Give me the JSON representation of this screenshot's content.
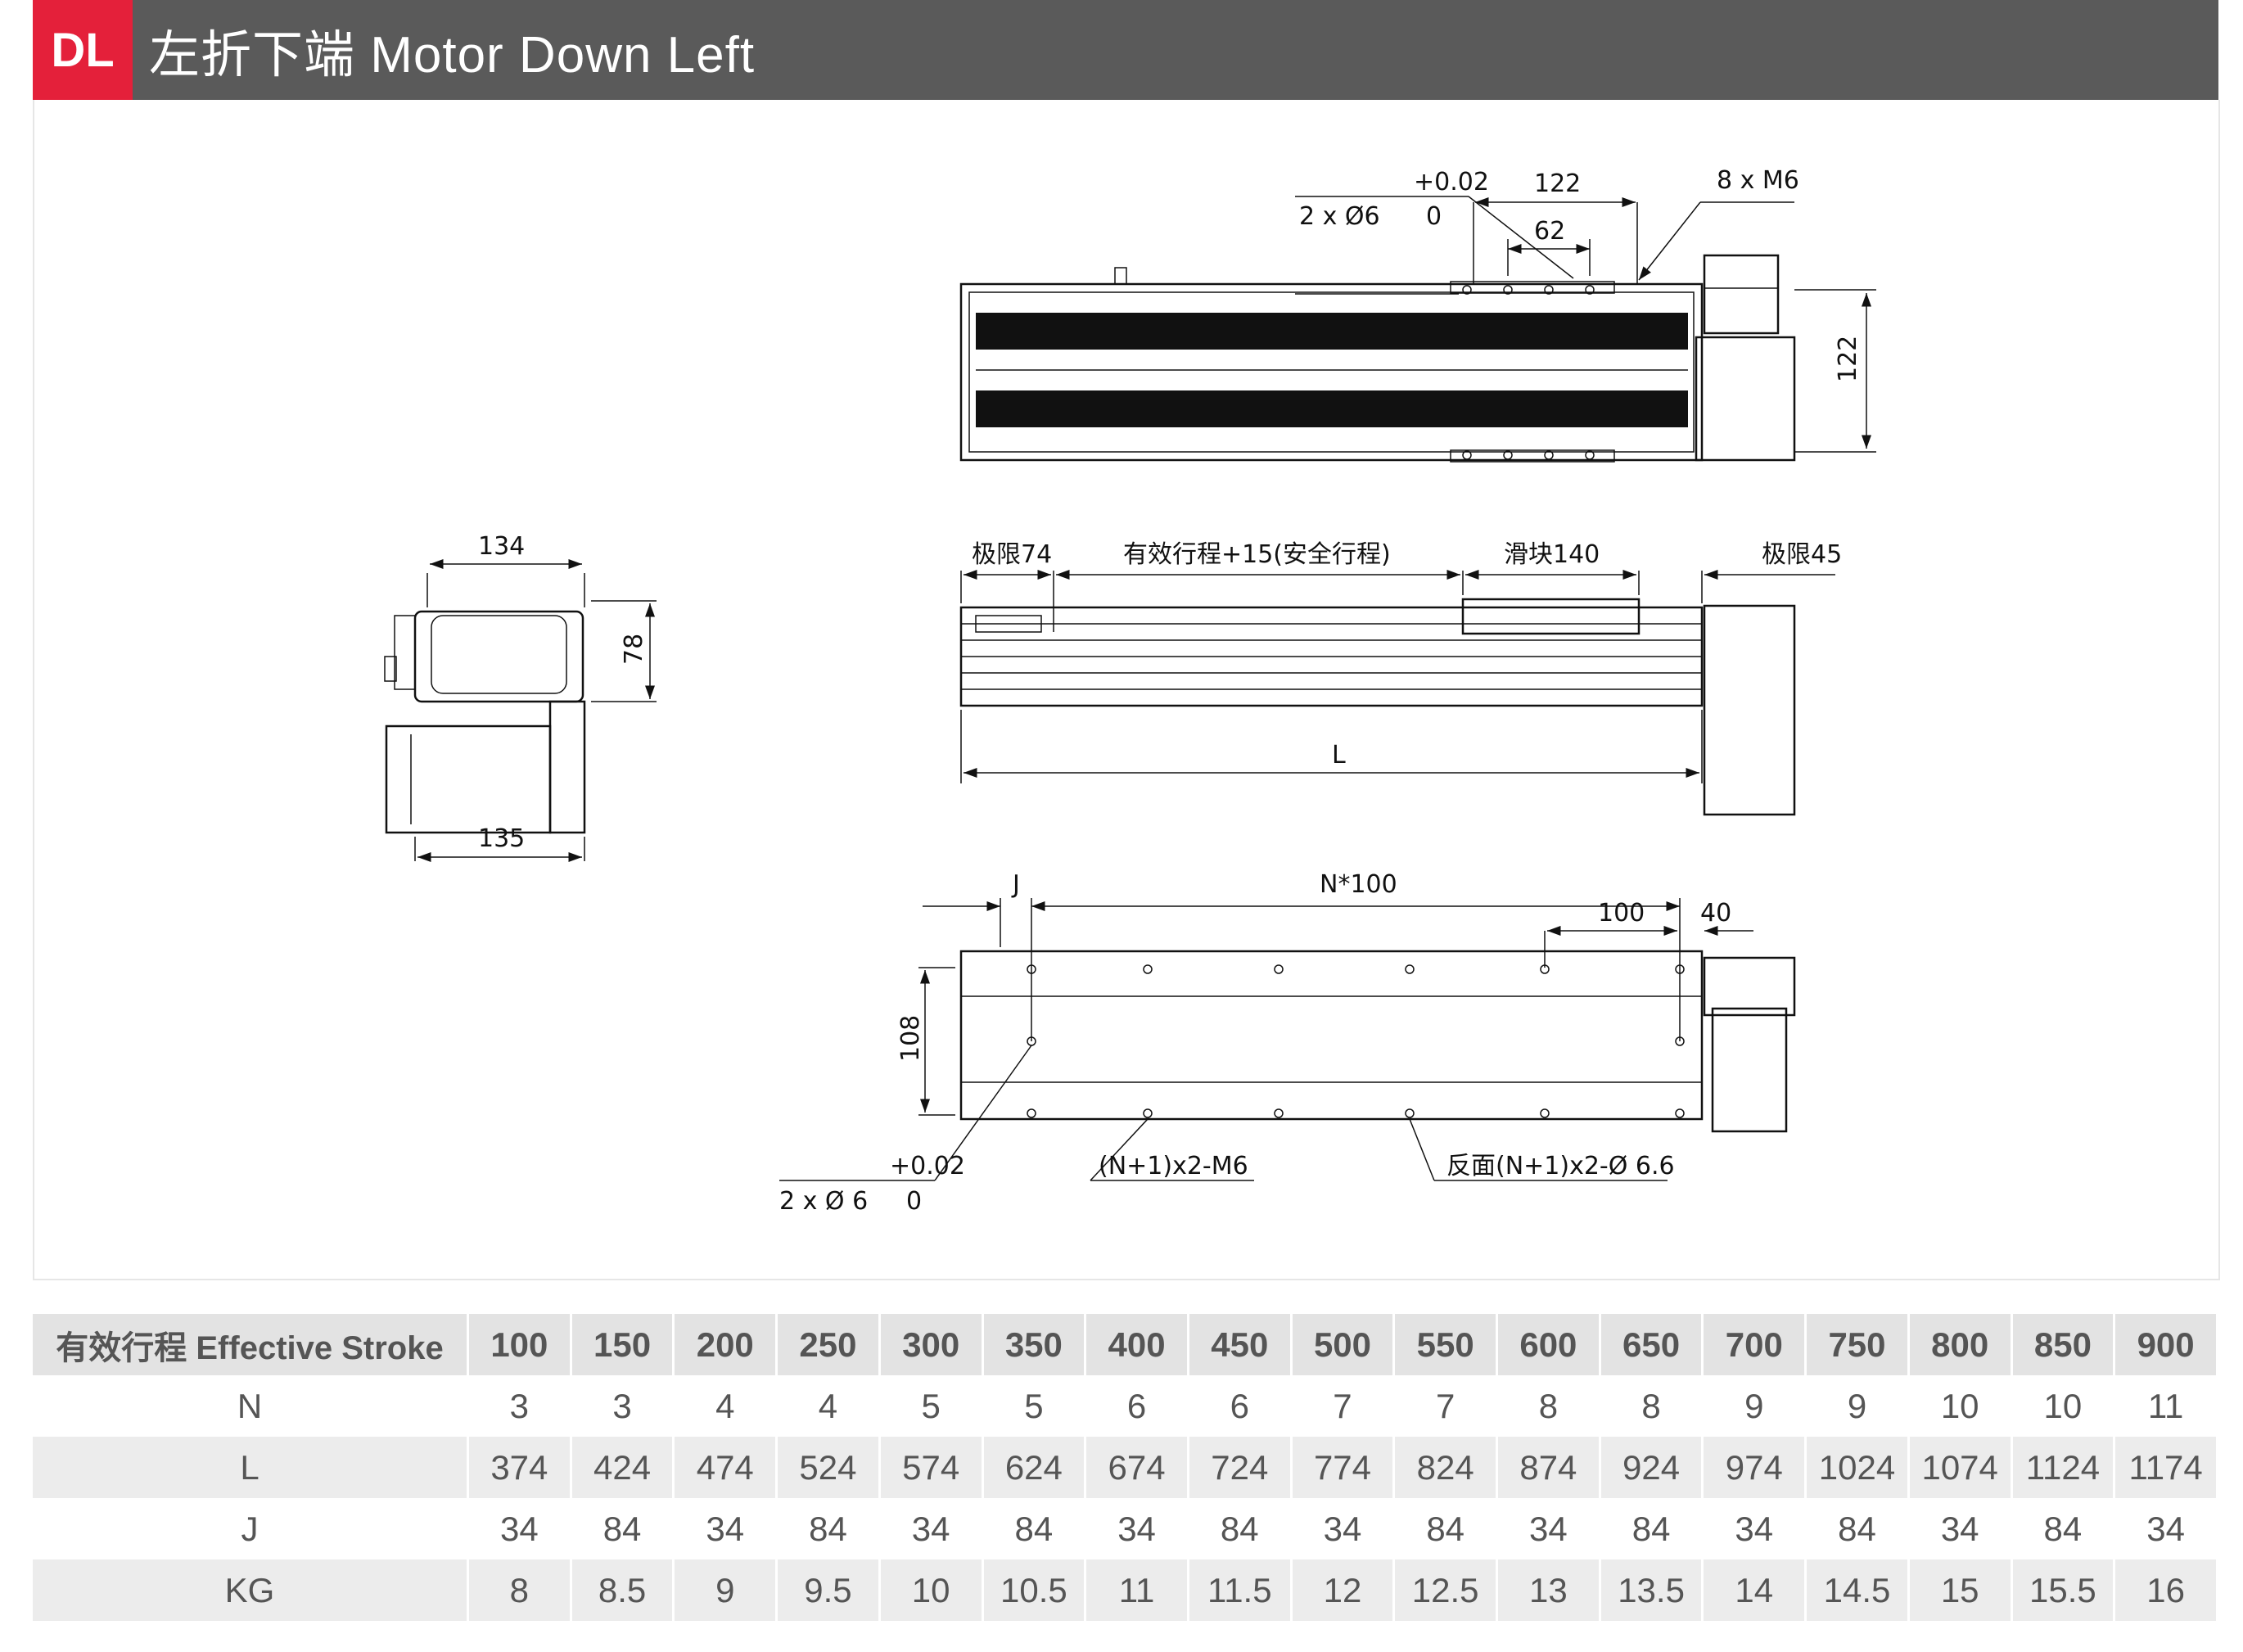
{
  "header": {
    "badge": "DL",
    "title": "左折下端 Motor Down Left"
  },
  "colors": {
    "badge": "#e4203a",
    "header_bg": "#5a5a5a"
  },
  "drawing": {
    "top_view": {
      "tol": "+0.02",
      "tol_zero": "0",
      "pin_hole": "2 x Ø6",
      "dim_122_top": "122",
      "dim_62": "62",
      "thread": "8 x M6",
      "dim_122_side": "122"
    },
    "end_view": {
      "width_top": "134",
      "height": "78",
      "width_bottom": "135"
    },
    "side_view": {
      "limit_left": "极限74",
      "stroke": "有效行程+15(安全行程)",
      "slider": "滑块140",
      "limit_right": "极限45",
      "length": "L"
    },
    "bottom_view": {
      "j": "J",
      "pitch": "N*100",
      "dim_100": "100",
      "dim_40": "40",
      "dim_108": "108",
      "tol": "+0.02",
      "tol_zero": "0",
      "pin_hole": "2 x Ø 6",
      "threads": "(N+1)x2-M6",
      "through_holes": "反面(N+1)x2-Ø 6.6"
    }
  },
  "table": {
    "header_label": "有效行程 Effective Stroke",
    "strokes": [
      "100",
      "150",
      "200",
      "250",
      "300",
      "350",
      "400",
      "450",
      "500",
      "550",
      "600",
      "650",
      "700",
      "750",
      "800",
      "850",
      "900"
    ],
    "rows": [
      {
        "label": "N",
        "values": [
          "3",
          "3",
          "4",
          "4",
          "5",
          "5",
          "6",
          "6",
          "7",
          "7",
          "8",
          "8",
          "9",
          "9",
          "10",
          "10",
          "11"
        ]
      },
      {
        "label": "L",
        "values": [
          "374",
          "424",
          "474",
          "524",
          "574",
          "624",
          "674",
          "724",
          "774",
          "824",
          "874",
          "924",
          "974",
          "1024",
          "1074",
          "1124",
          "1174"
        ]
      },
      {
        "label": "J",
        "values": [
          "34",
          "84",
          "34",
          "84",
          "34",
          "84",
          "34",
          "84",
          "34",
          "84",
          "34",
          "84",
          "34",
          "84",
          "34",
          "84",
          "34"
        ]
      },
      {
        "label": "KG",
        "values": [
          "8",
          "8.5",
          "9",
          "9.5",
          "10",
          "10.5",
          "11",
          "11.5",
          "12",
          "12.5",
          "13",
          "13.5",
          "14",
          "14.5",
          "15",
          "15.5",
          "16"
        ]
      }
    ]
  }
}
